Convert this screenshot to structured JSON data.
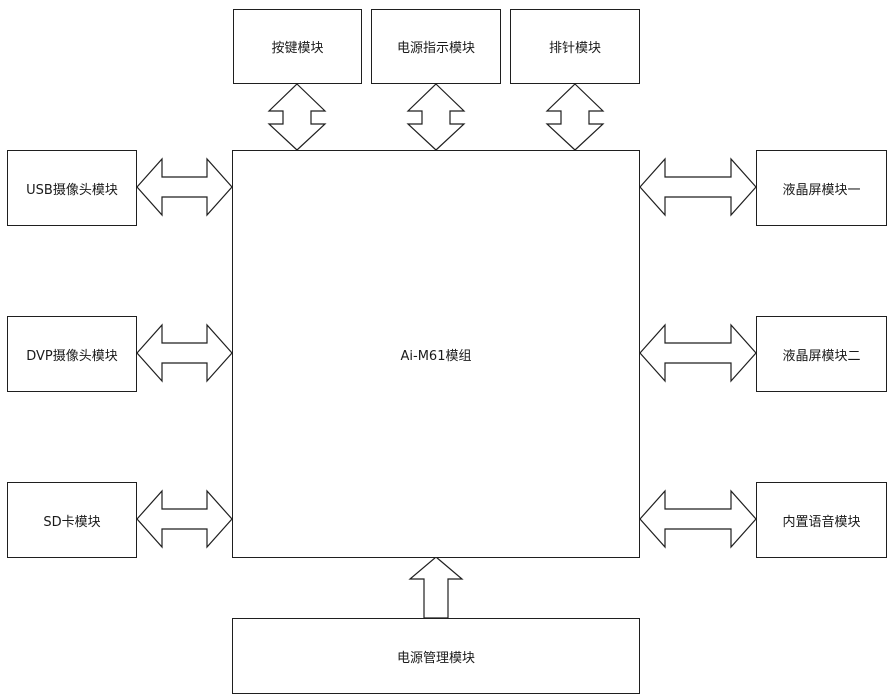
{
  "diagram": {
    "core": {
      "label": "Ai-M61模组"
    },
    "top": [
      {
        "label": "按键模块"
      },
      {
        "label": "电源指示模块"
      },
      {
        "label": "排针模块"
      }
    ],
    "left": [
      {
        "label": "USB摄像头模块"
      },
      {
        "label": "DVP摄像头模块"
      },
      {
        "label": "SD卡模块"
      }
    ],
    "right": [
      {
        "label": "液晶屏模块一"
      },
      {
        "label": "液晶屏模块二"
      },
      {
        "label": "内置语音模块"
      }
    ],
    "bottom": {
      "label": "电源管理模块"
    },
    "connections": [
      {
        "from": "top.0",
        "to": "core",
        "direction": "bidirectional"
      },
      {
        "from": "top.1",
        "to": "core",
        "direction": "bidirectional"
      },
      {
        "from": "top.2",
        "to": "core",
        "direction": "bidirectional"
      },
      {
        "from": "left.0",
        "to": "core",
        "direction": "bidirectional"
      },
      {
        "from": "left.1",
        "to": "core",
        "direction": "bidirectional"
      },
      {
        "from": "left.2",
        "to": "core",
        "direction": "bidirectional"
      },
      {
        "from": "right.0",
        "to": "core",
        "direction": "bidirectional"
      },
      {
        "from": "right.1",
        "to": "core",
        "direction": "bidirectional"
      },
      {
        "from": "right.2",
        "to": "core",
        "direction": "bidirectional"
      },
      {
        "from": "bottom",
        "to": "core",
        "direction": "to-core"
      }
    ]
  }
}
